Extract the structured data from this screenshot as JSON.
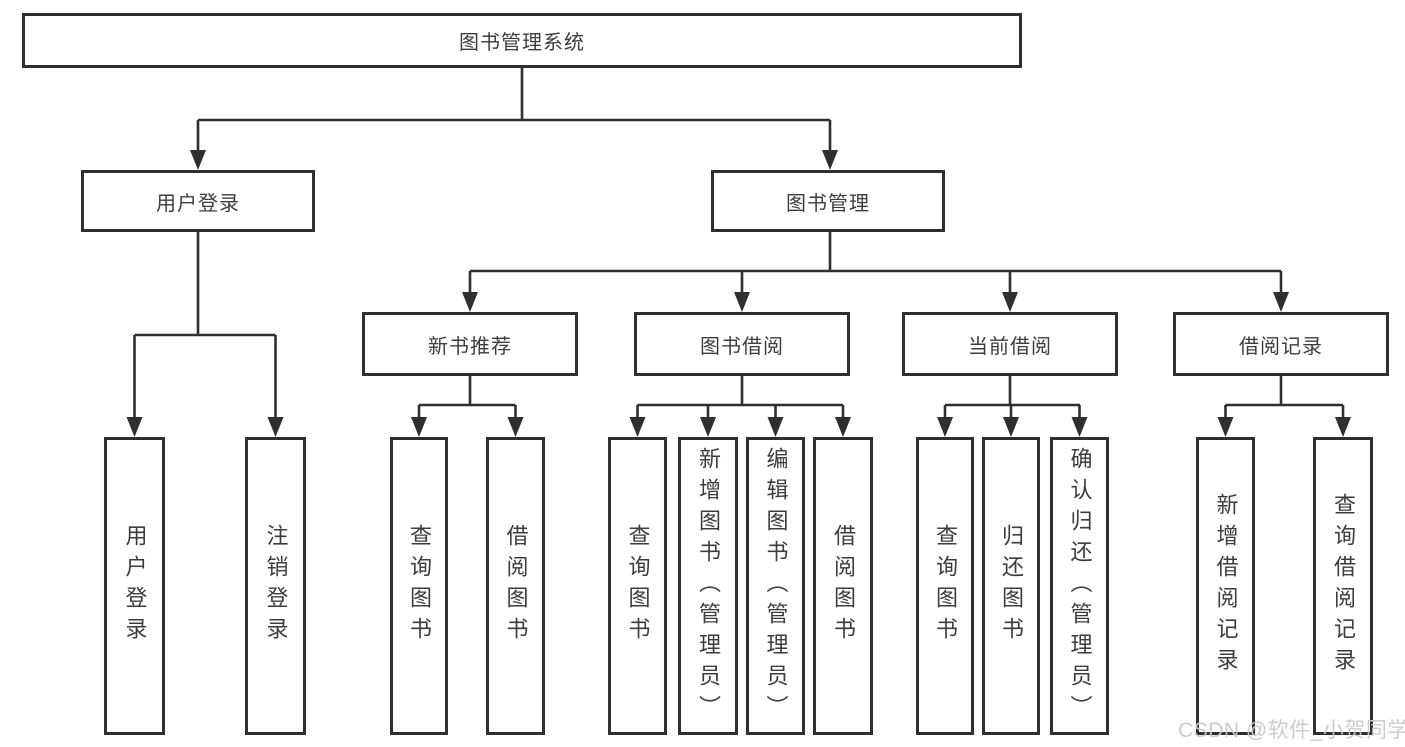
{
  "diagram": {
    "root": {
      "label": "图书管理系统"
    },
    "level2": [
      {
        "label": "用户登录"
      },
      {
        "label": "图书管理"
      }
    ],
    "level3": [
      {
        "label": "新书推荐"
      },
      {
        "label": "图书借阅"
      },
      {
        "label": "当前借阅"
      },
      {
        "label": "借阅记录"
      }
    ],
    "leaves": [
      {
        "label": "用户登录"
      },
      {
        "label": "注销登录"
      },
      {
        "label": "查询图书"
      },
      {
        "label": "借阅图书"
      },
      {
        "label": "查询图书"
      },
      {
        "label": "新增图书（管理员）"
      },
      {
        "label": "编辑图书（管理员）"
      },
      {
        "label": "借阅图书"
      },
      {
        "label": "查询图书"
      },
      {
        "label": "归还图书"
      },
      {
        "label": "确认归还（管理员）"
      },
      {
        "label": "新增借阅记录"
      },
      {
        "label": "查询借阅记录"
      }
    ]
  },
  "watermark": {
    "text": "CSDN @软件_小贺同学"
  },
  "colors": {
    "line": "#2f2f2f",
    "text": "#3d3d3d",
    "background": "#ffffff",
    "watermark": "#c9c9c9"
  }
}
